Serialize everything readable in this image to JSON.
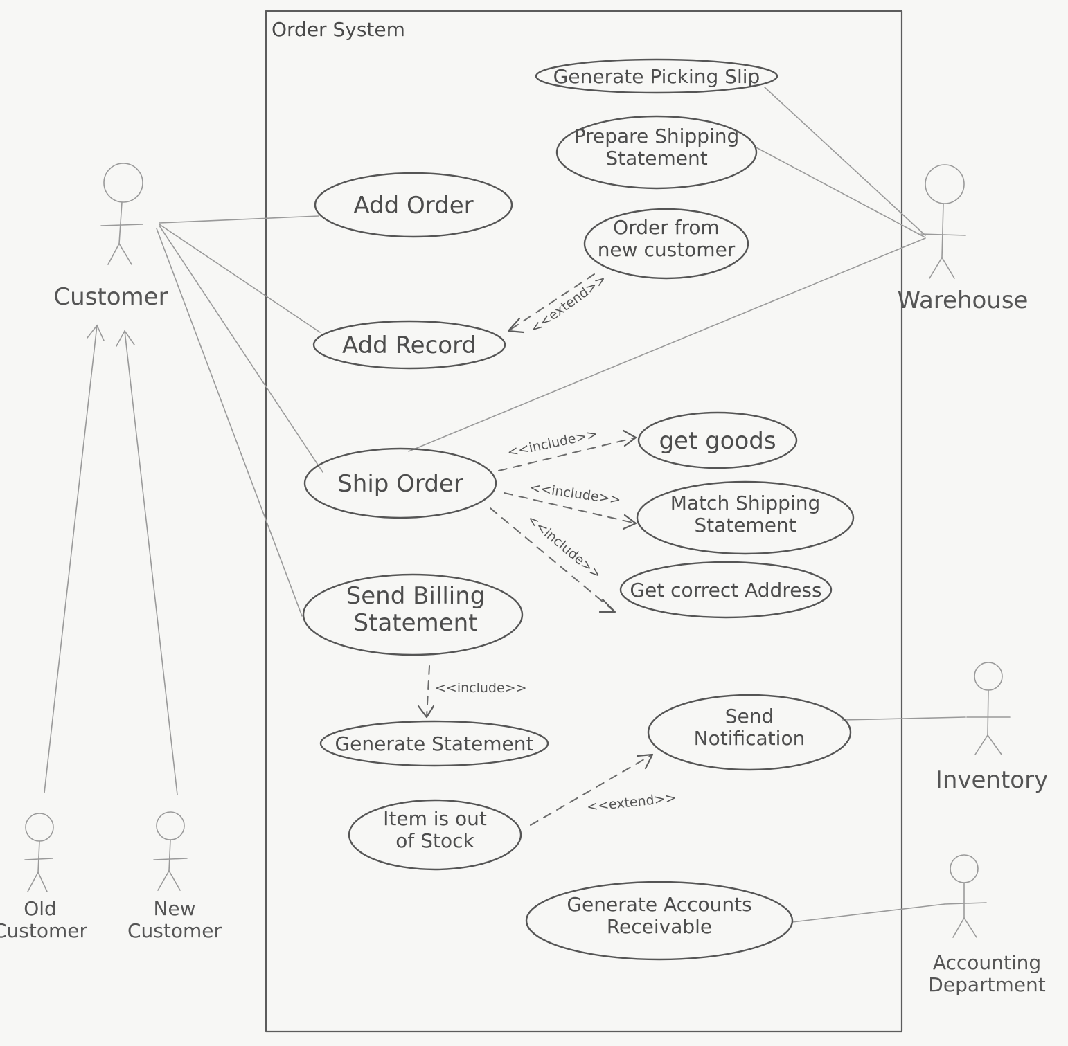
{
  "system": {
    "title": "Order System"
  },
  "actors": {
    "customer": "Customer",
    "old_customer": "Old\nCustomer",
    "new_customer": "New\nCustomer",
    "warehouse": "Warehouse",
    "inventory": "Inventory",
    "accounting": "Accounting\nDepartment"
  },
  "use_cases": {
    "generate_picking_slip": "Generate Picking Slip",
    "prepare_shipping_statement": "Prepare Shipping\nStatement",
    "add_order": "Add Order",
    "order_from_new_customer": "Order from\nnew customer",
    "add_record": "Add Record",
    "ship_order": "Ship Order",
    "get_goods": "get goods",
    "match_shipping_statement": "Match Shipping\nStatement",
    "get_correct_address": "Get correct Address",
    "send_billing_statement": "Send Billing\nStatement",
    "generate_statement": "Generate Statement",
    "send_notification": "Send\nNotification",
    "item_out_of_stock": "Item is out\nof Stock",
    "generate_accounts_receivable": "Generate Accounts\nReceivable"
  },
  "relations": {
    "extend_new_customer": "<<extend>>",
    "include_get_goods": "<<include>>",
    "include_match": "<<include>>",
    "include_address": "<<include>>",
    "include_generate_statement": "<<include>>",
    "extend_notification": "<<extend>>"
  }
}
